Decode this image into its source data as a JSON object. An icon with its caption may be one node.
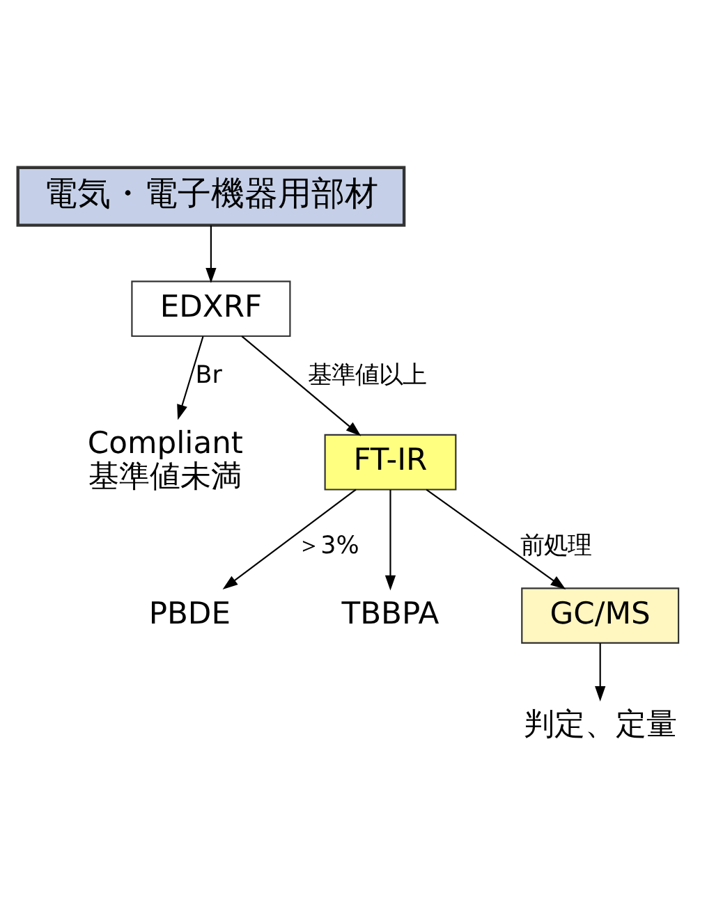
{
  "diagram": {
    "nodes": [
      {
        "text": [
          "電気・電子機器用部材"
        ]
      },
      {
        "text": [
          "EDXRF"
        ]
      },
      {
        "text": [
          "Compliant",
          "基準値未満"
        ]
      },
      {
        "text": [
          "FT-IR"
        ]
      },
      {
        "text": [
          "PBDE"
        ]
      },
      {
        "text": [
          "TBBPA"
        ]
      },
      {
        "text": [
          "GC/MS"
        ]
      },
      {
        "text": [
          "判定、定量"
        ]
      }
    ],
    "edges": [
      {
        "from": 0,
        "to": 1,
        "arrow": "to"
      },
      {
        "from": 1,
        "to": 2,
        "arrow": "to",
        "label": "Br"
      },
      {
        "from": 1,
        "to": 3,
        "arrow": "to",
        "label": "基準値以上"
      },
      {
        "from": 3,
        "to": 4,
        "arrow": "to",
        "label": "＞3%"
      },
      {
        "from": 3,
        "to": 5,
        "arrow": "to"
      },
      {
        "from": 3,
        "to": 6,
        "arrow": "to",
        "label": "前処理"
      },
      {
        "from": 6,
        "to": 7,
        "arrow": "to"
      }
    ]
  }
}
